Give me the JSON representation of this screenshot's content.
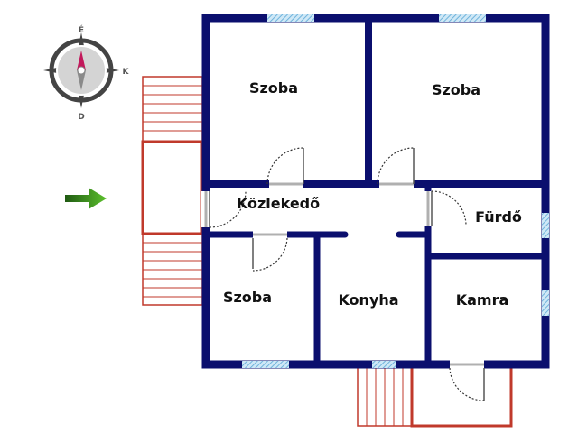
{
  "compass": {
    "north": "É",
    "east": "K",
    "south": "D"
  },
  "rooms": {
    "bedroom_top_left": "Szoba",
    "bedroom_top_right": "Szoba",
    "hallway": "Közlekedő",
    "bathroom": "Fürdő",
    "bedroom_bottom_left": "Szoba",
    "kitchen": "Konyha",
    "pantry": "Kamra"
  },
  "colors": {
    "wall": "#0b0f6e",
    "window": "#9fd0ea",
    "stairs": "#c0392b",
    "entrance_arrow": "#3a8a1e"
  }
}
